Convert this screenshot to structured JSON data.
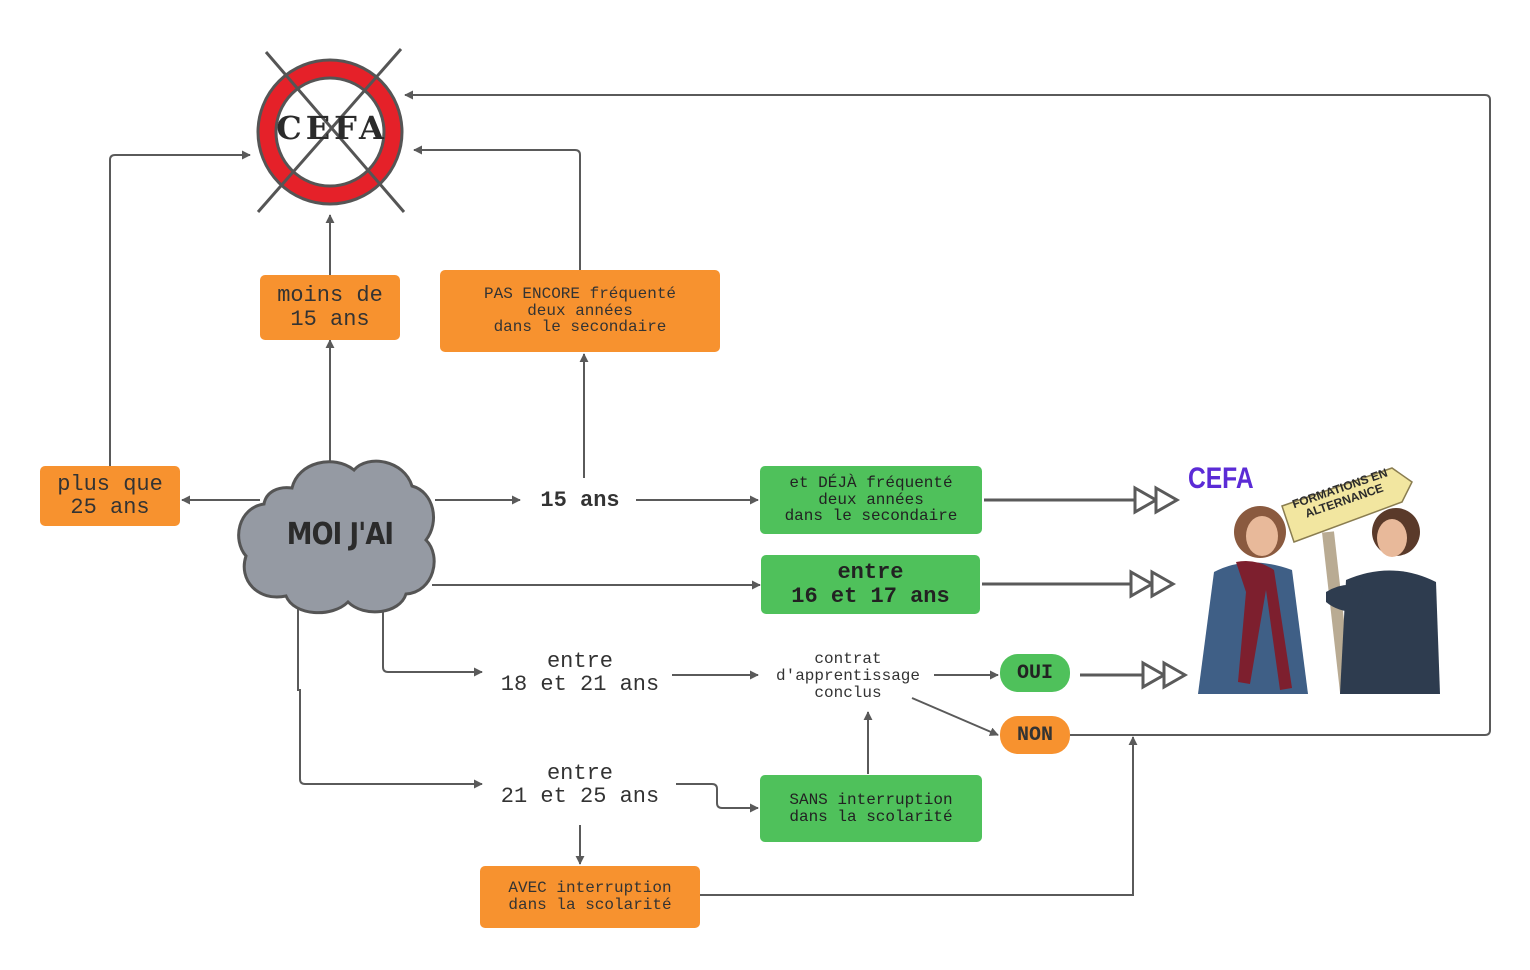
{
  "logo": {
    "text": "CEFA",
    "ring_color": "#e52129",
    "cross_color": "#555555"
  },
  "cloud": {
    "label": "MOI J'AI",
    "fill": "#959aa3"
  },
  "nodes": {
    "moins15": [
      "moins de",
      "15 ans"
    ],
    "plus25": [
      "plus que",
      "25 ans"
    ],
    "pas_encore": [
      "PAS ENCORE fréquenté",
      "deux années",
      "dans le secondaire"
    ],
    "age15": "15 ans",
    "deja": [
      "et DÉJÀ fréquenté",
      "deux années",
      "dans le secondaire"
    ],
    "entre1617": [
      "entre",
      "16 et 17 ans"
    ],
    "entre1821": [
      "entre",
      "18 et 21 ans"
    ],
    "contrat": [
      "contrat",
      "d'apprentissage",
      "conclus"
    ],
    "oui": "OUI",
    "non": "NON",
    "entre2125": [
      "entre",
      "21 et 25 ans"
    ],
    "sans": [
      "SANS interruption",
      "dans la scolarité"
    ],
    "avec": [
      "AVEC interruption",
      "dans la scolarité"
    ]
  },
  "promo": {
    "brand": "CEFA",
    "brand_color": "#5b2bd6",
    "sign": [
      "FORMATIONS EN",
      "ALTERNANCE"
    ],
    "sign_color": "#f2e6a0"
  },
  "colors": {
    "orange": "#f7922f",
    "green": "#4fc15b",
    "line": "#5a5a5a"
  }
}
